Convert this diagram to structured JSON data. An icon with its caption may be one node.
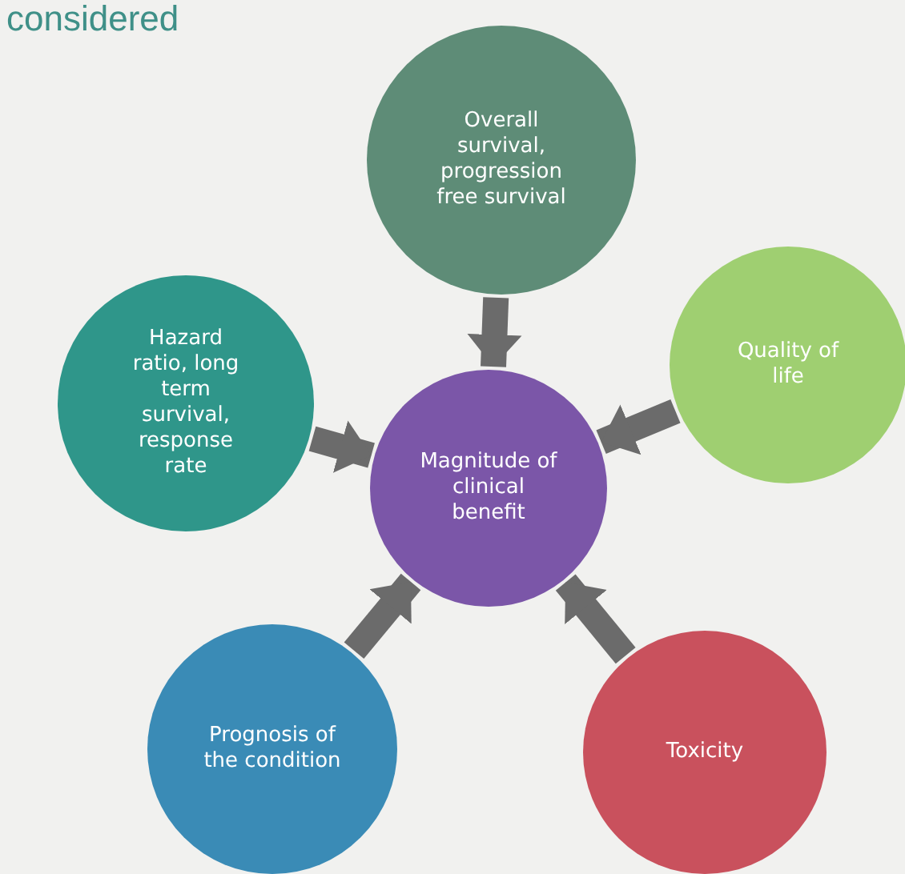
{
  "diagram": {
    "title": "considered",
    "nodes": [
      {
        "text": [
          "Overall survival, progression free survival"
        ]
      },
      {
        "text": [
          "Hazard ratio, long term survival, response rate"
        ]
      },
      {
        "text": [
          "Magnitude of clinical benefit"
        ]
      },
      {
        "text": [
          "Quality of life"
        ]
      },
      {
        "text": [
          "Prognosis of the condition"
        ]
      },
      {
        "text": [
          "Toxicity"
        ]
      }
    ],
    "edges": [
      {
        "from": 0,
        "to": 2,
        "arrow": "to"
      },
      {
        "from": 1,
        "to": 2,
        "arrow": "to"
      },
      {
        "from": 3,
        "to": 2,
        "arrow": "to"
      },
      {
        "from": 4,
        "to": 2,
        "arrow": "to"
      },
      {
        "from": 5,
        "to": 2,
        "arrow": "to"
      }
    ]
  }
}
